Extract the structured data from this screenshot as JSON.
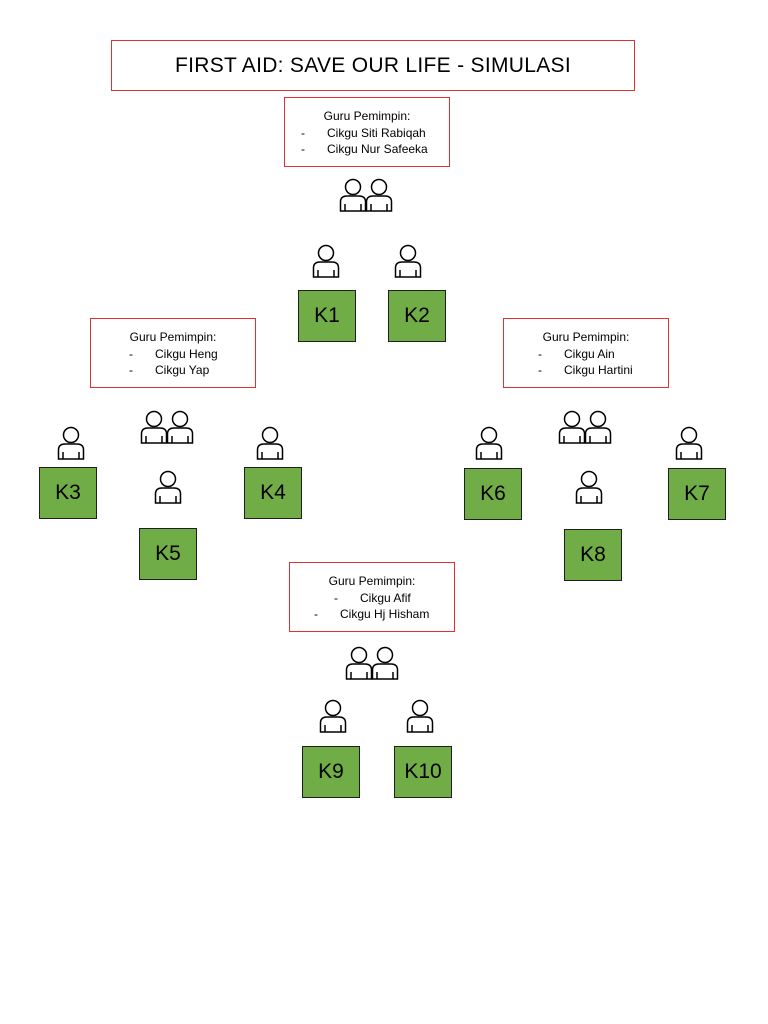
{
  "title": "FIRST AID: SAVE OUR LIFE - SIMULASI",
  "leader_heading": "Guru Pemimpin:",
  "leaders": [
    {
      "id": "top",
      "teachers": [
        "Cikgu Siti Rabiqah",
        "Cikgu Nur Safeeka"
      ]
    },
    {
      "id": "left",
      "teachers": [
        "Cikgu Heng",
        "Cikgu Yap"
      ]
    },
    {
      "id": "right",
      "teachers": [
        "Cikgu Ain",
        "Cikgu Hartini"
      ]
    },
    {
      "id": "bottom",
      "teachers": [
        "Cikgu Afif",
        "Cikgu Hj Hisham"
      ]
    }
  ],
  "groups": [
    "K1",
    "K2",
    "K3",
    "K4",
    "K5",
    "K6",
    "K7",
    "K8",
    "K9",
    "K10"
  ],
  "colors": {
    "border_red": "#e03030",
    "group_green": "#70ad47",
    "group_border": "#1f1f1f"
  },
  "icons": {
    "person": "person-outline-icon",
    "pair": "two-people-icon"
  }
}
